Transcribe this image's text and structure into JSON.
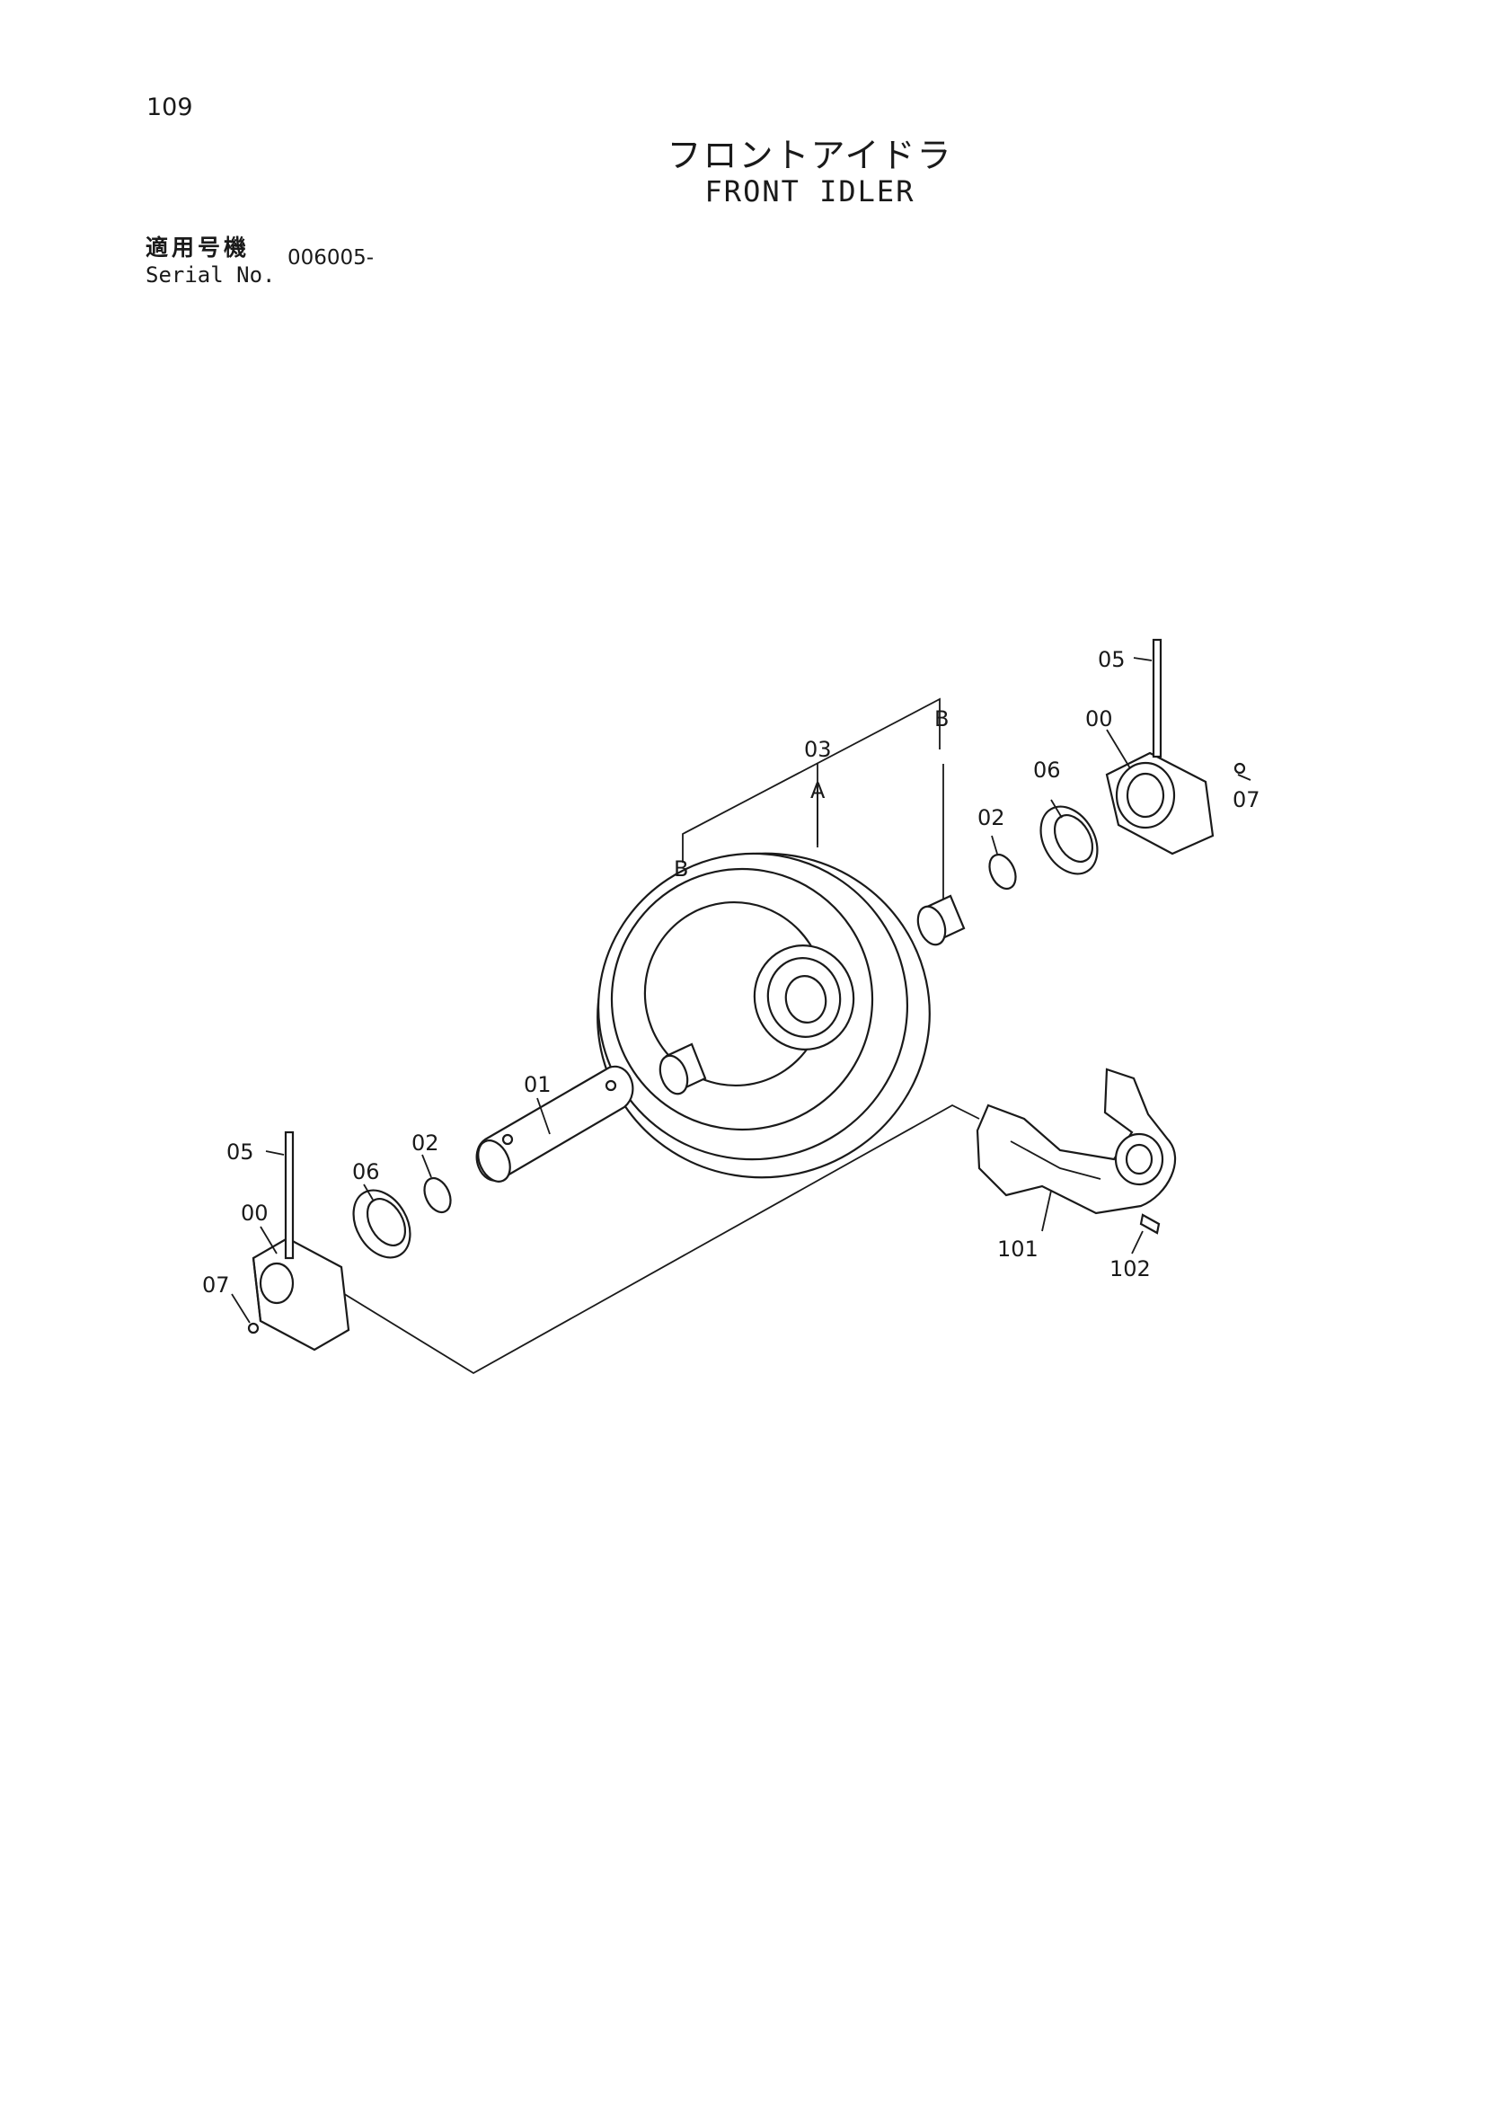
{
  "page": {
    "number": "109",
    "title_jp": "フロントアイドラ",
    "title_en": "FRONT IDLER"
  },
  "serial": {
    "label_jp": "適用号機",
    "label_en": "Serial No.",
    "value": "006005-"
  },
  "callouts": [
    {
      "id": "05-right",
      "text": "05"
    },
    {
      "id": "00-right",
      "text": "00"
    },
    {
      "id": "07-right",
      "text": "07"
    },
    {
      "id": "06-right",
      "text": "06"
    },
    {
      "id": "02-right",
      "text": "02"
    },
    {
      "id": "03",
      "text": "03"
    },
    {
      "id": "A",
      "text": "A"
    },
    {
      "id": "B-left",
      "text": "B"
    },
    {
      "id": "B-right",
      "text": "B"
    },
    {
      "id": "01",
      "text": "01"
    },
    {
      "id": "05-left",
      "text": "05"
    },
    {
      "id": "06-left",
      "text": "06"
    },
    {
      "id": "02-left",
      "text": "02"
    },
    {
      "id": "00-left",
      "text": "00"
    },
    {
      "id": "07-left",
      "text": "07"
    },
    {
      "id": "101",
      "text": "101"
    },
    {
      "id": "102",
      "text": "102"
    }
  ]
}
